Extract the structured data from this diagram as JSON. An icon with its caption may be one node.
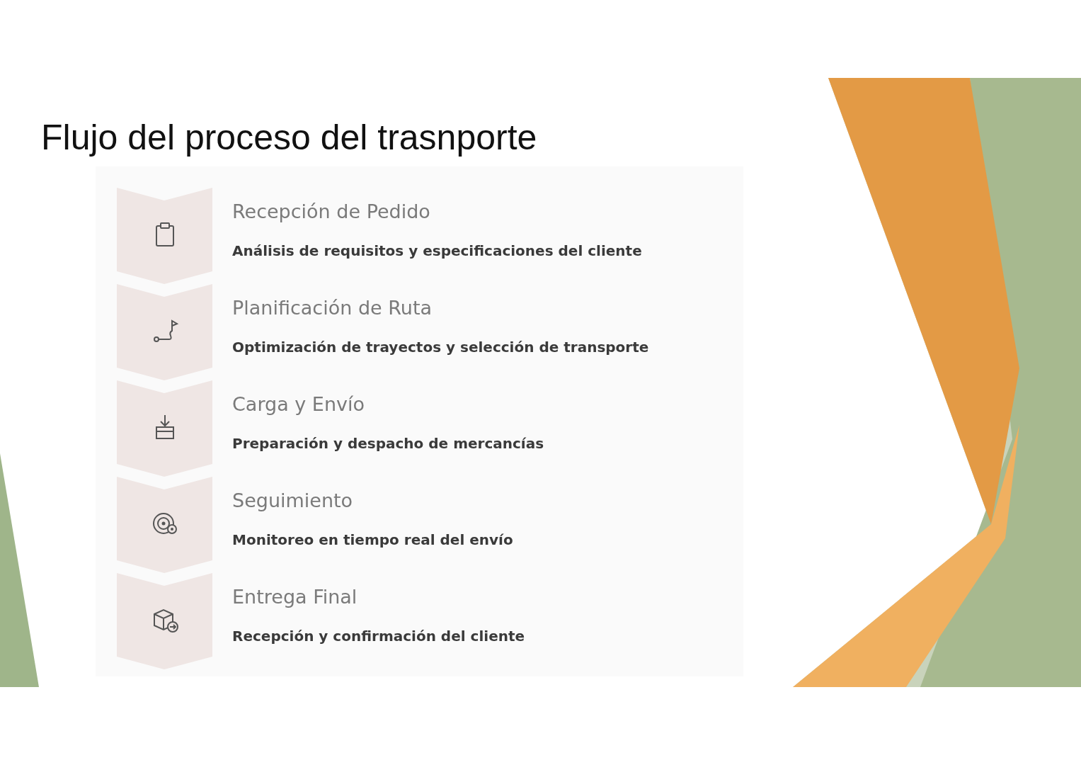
{
  "diagram": {
    "title": "Flujo del proceso del trasnporte",
    "nodes": [
      {
        "text": [
          "Recepción de Pedido",
          "Análisis de requisitos y especificaciones del cliente"
        ]
      },
      {
        "text": [
          "Planificación de Ruta",
          "Optimización de trayectos y selección de transporte"
        ]
      },
      {
        "text": [
          "Carga y Envío",
          "Preparación y despacho de mercancías"
        ]
      },
      {
        "text": [
          "Seguimiento",
          "Monitoreo en tiempo real del envío"
        ]
      },
      {
        "text": [
          "Entrega Final",
          "Recepción y confirmación del cliente"
        ]
      }
    ]
  }
}
